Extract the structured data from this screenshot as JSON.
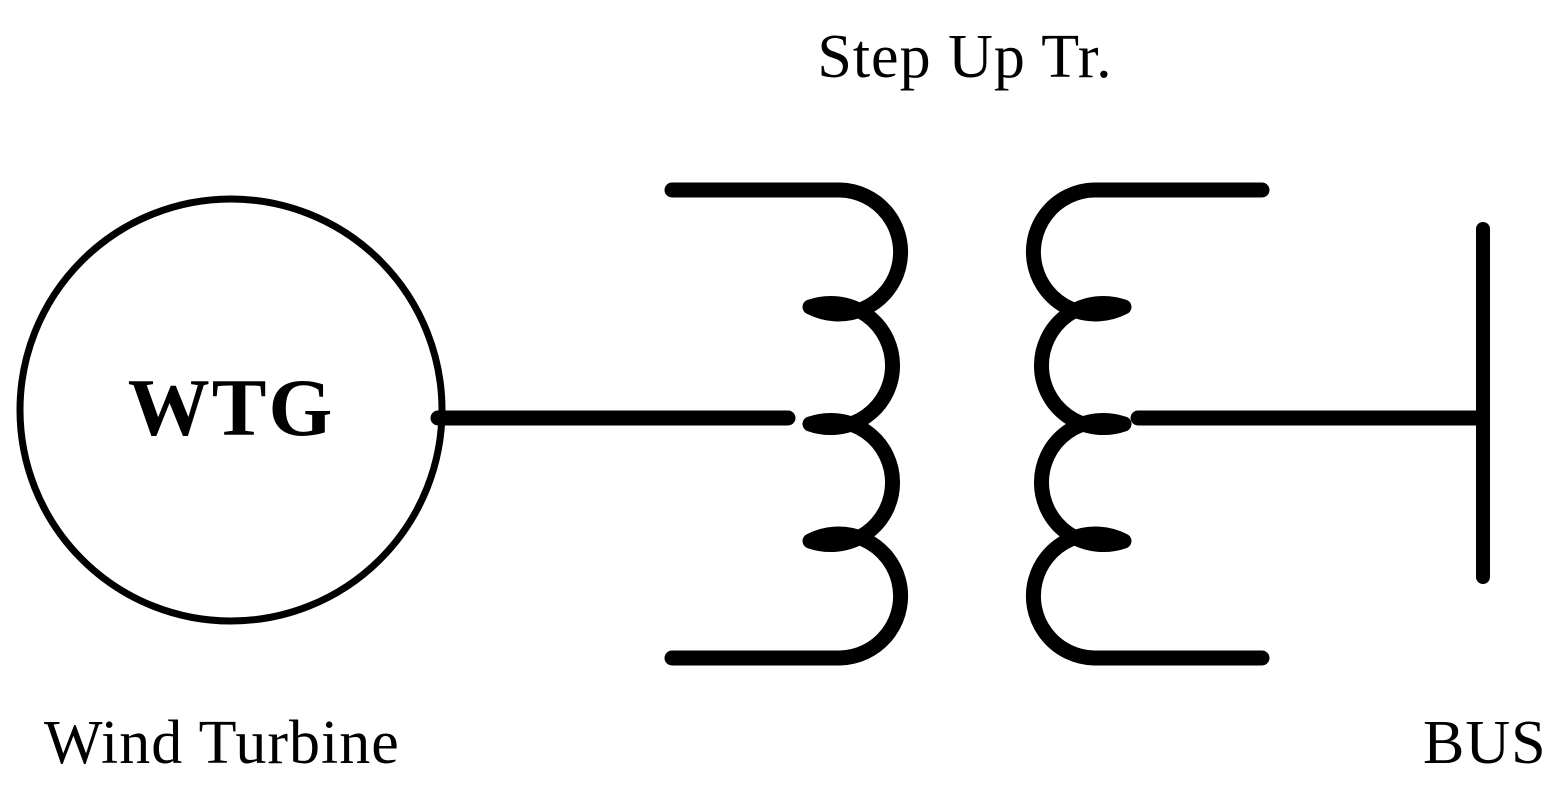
{
  "colors": {
    "background": "#ffffff",
    "ink": "#000000"
  },
  "diagram": {
    "type": "single-line-electrical-diagram",
    "transformer": {
      "caption": "Step Up Tr.",
      "windings": 2
    },
    "generator": {
      "symbol_text": "WTG",
      "caption": "Wind Turbine",
      "symbol": "circle"
    },
    "bus": {
      "caption": "BUS",
      "symbol": "vertical-bar"
    },
    "connections": [
      {
        "from": "wind-turbine-generator",
        "to": "step-up-transformer-primary"
      },
      {
        "from": "step-up-transformer-secondary",
        "to": "bus"
      }
    ]
  }
}
